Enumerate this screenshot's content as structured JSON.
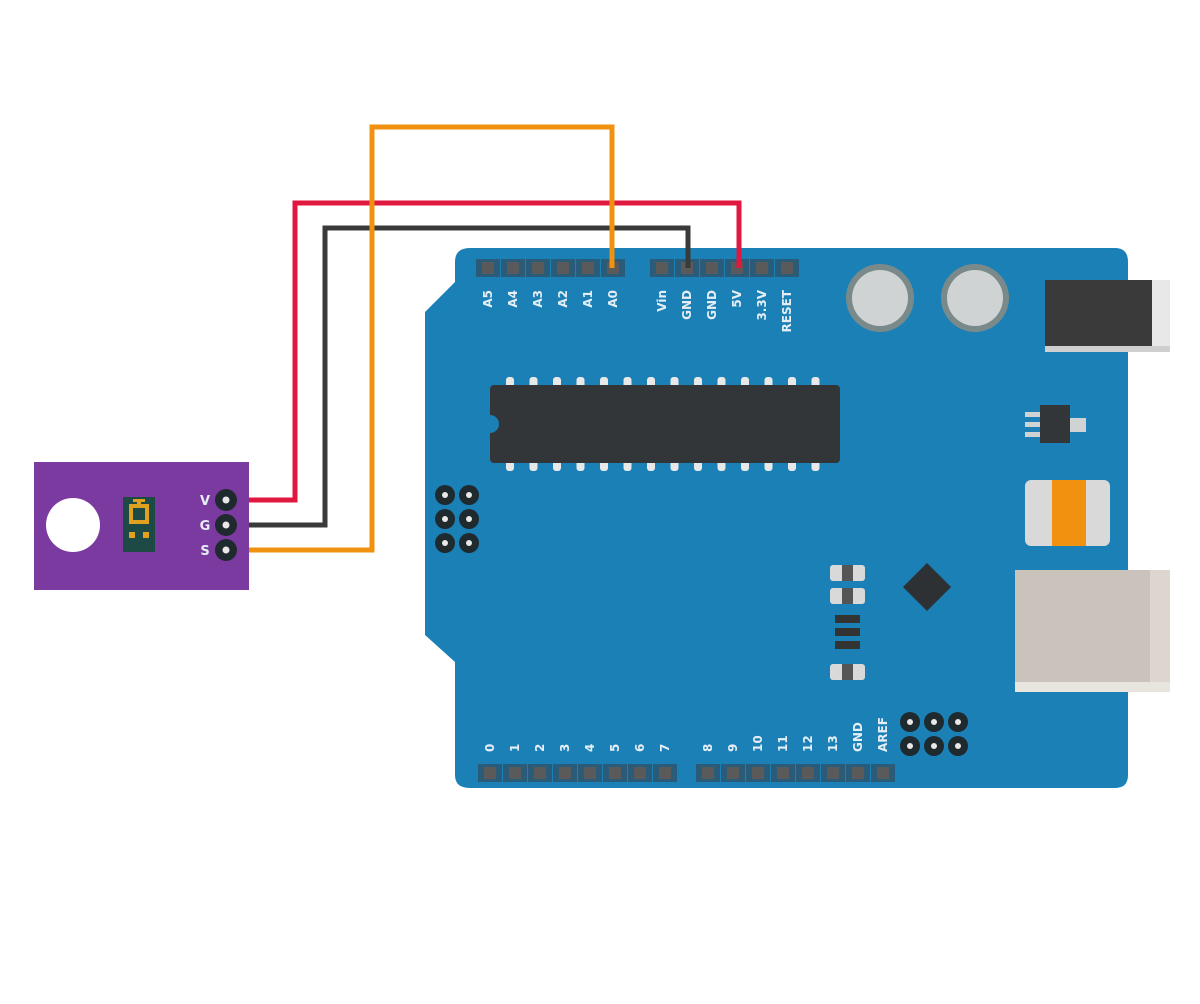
{
  "sensor": {
    "pins": [
      "V",
      "G",
      "S"
    ]
  },
  "arduino": {
    "analog_header": [
      "A5",
      "A4",
      "A3",
      "A2",
      "A1",
      "A0"
    ],
    "power_header": [
      "Vin",
      "GND",
      "GND",
      "5V",
      "3.3V",
      "RESET"
    ],
    "digital_low": [
      "0",
      "1",
      "2",
      "3",
      "4",
      "5",
      "6",
      "7"
    ],
    "digital_high": [
      "8",
      "9",
      "10",
      "11",
      "12",
      "13",
      "GND",
      "AREF"
    ]
  },
  "wires": [
    {
      "from": "V",
      "to": "5V",
      "color": "#e0173f"
    },
    {
      "from": "G",
      "to": "GND",
      "color": "#3a3a3a"
    },
    {
      "from": "S",
      "to": "A0",
      "color": "#f0920f"
    }
  ],
  "colors": {
    "board": "#1a80b6",
    "sensor": "#7b3aa0"
  }
}
